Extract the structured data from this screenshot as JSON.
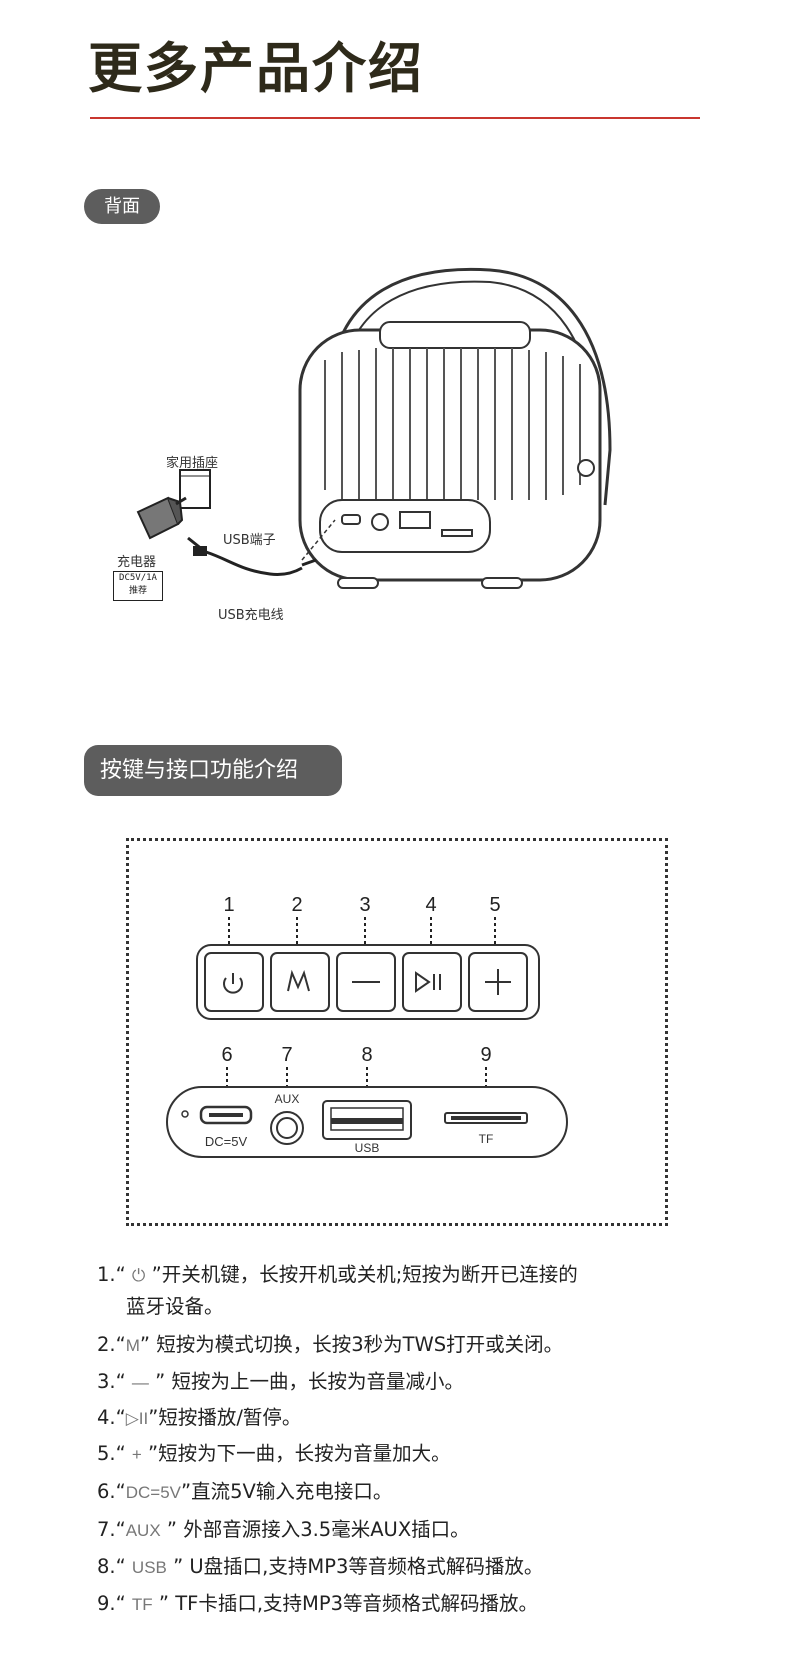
{
  "page": {
    "title": "更多产品介绍"
  },
  "back_section": {
    "label": "背面",
    "callouts": {
      "socket": "家用插座",
      "usb_port": "USB端子",
      "charger": "充电器",
      "charger_spec_line1": "DC5V/1A",
      "charger_spec_line2": "推荐",
      "usb_cable": "USB充电线"
    }
  },
  "function_section": {
    "label": "按键与接口功能介绍",
    "button_numbers": [
      "1",
      "2",
      "3",
      "4",
      "5"
    ],
    "port_numbers": [
      "6",
      "7",
      "8",
      "9"
    ],
    "port_labels": {
      "dc": "DC=5V",
      "aux": "AUX",
      "usb": "USB",
      "tf": "TF"
    }
  },
  "descriptions": [
    {
      "num": "1.",
      "open": "“",
      "glyph": "⏻",
      "close": "”",
      "text": "开关机键，长按开机或关机;短按为断开已连接的",
      "cont": "蓝牙设备。"
    },
    {
      "num": "2.",
      "open": "“",
      "glyph": "M",
      "close": "”",
      "text": "短按为模式切换，长按3秒为TWS打开或关闭。"
    },
    {
      "num": "3.",
      "open": "“",
      "glyph": "—",
      "close": " ”",
      "text": "短按为上一曲，长按为音量减小。"
    },
    {
      "num": "4.",
      "open": "“",
      "glyph": "▷II",
      "close": "”",
      "text": "短按播放/暂停。"
    },
    {
      "num": "5.",
      "open": "“",
      "glyph": "+",
      "close": " ”",
      "text": "短按为下一曲，长按为音量加大。"
    },
    {
      "num": "6.",
      "open": "“",
      "glyph": "DC=5V",
      "close": "”",
      "text": "直流5V输入充电接口。"
    },
    {
      "num": "7.",
      "open": "“",
      "glyph": "AUX",
      "close": " ”",
      "text": "外部音源接入3.5毫米AUX插口。"
    },
    {
      "num": "8.",
      "open": "“",
      "glyph": "USB",
      "close": " ”",
      "text": " U盘插口,支持MP3等音频格式解码播放。"
    },
    {
      "num": "9.",
      "open": "“",
      "glyph": "TF",
      "close": " ”",
      "text": " TF卡插口,支持MP3等音频格式解码播放。"
    }
  ]
}
